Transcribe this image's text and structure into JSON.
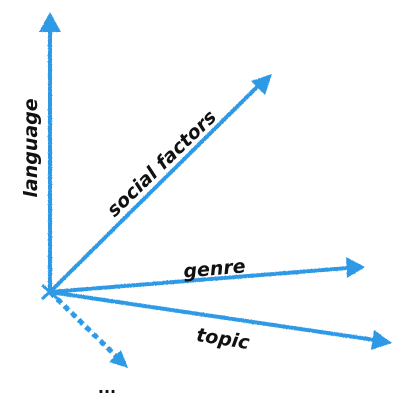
{
  "diagram": {
    "accent_color": "#2f9ae6",
    "origin_marker": "cross-marker",
    "axes": [
      {
        "id": "language",
        "label": "language",
        "style": "solid"
      },
      {
        "id": "social",
        "label": "social factors",
        "style": "solid"
      },
      {
        "id": "genre",
        "label": "genre",
        "style": "solid"
      },
      {
        "id": "topic",
        "label": "topic",
        "style": "solid"
      },
      {
        "id": "more",
        "label": "...",
        "style": "dashed"
      }
    ]
  }
}
